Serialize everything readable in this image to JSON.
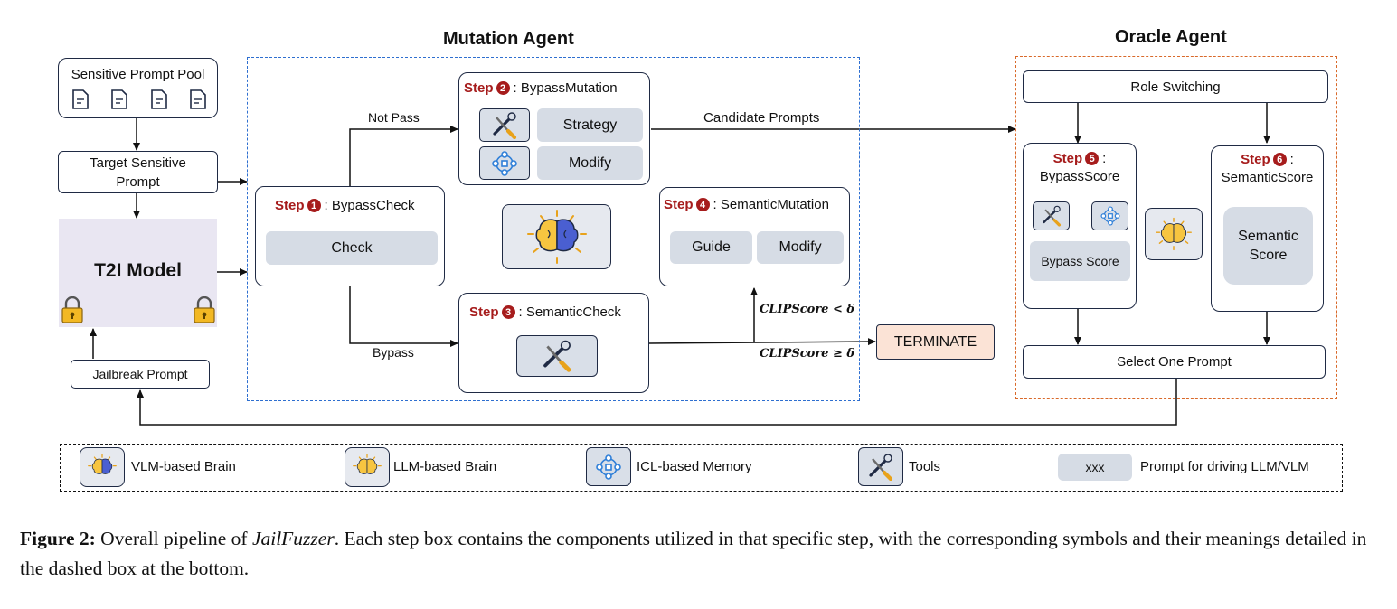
{
  "titles": {
    "mutation_agent": "Mutation Agent",
    "oracle_agent": "Oracle Agent"
  },
  "left": {
    "pool_title": "Sensitive Prompt Pool",
    "target_prompt": "Target Sensitive Prompt",
    "t2i_model": "T2I Model",
    "jailbreak_prompt": "Jailbreak Prompt"
  },
  "edges": {
    "not_pass": "Not Pass",
    "bypass": "Bypass",
    "candidate_prompts": "Candidate Prompts",
    "clip_less": "CLIPScore < δ",
    "clip_geq": "CLIPScore ≥ δ"
  },
  "step_word": "Step",
  "steps": {
    "s1": {
      "num": "1",
      "name": ":  BypassCheck",
      "item": "Check"
    },
    "s2": {
      "num": "2",
      "name": ": BypassMutation",
      "item_a": "Strategy",
      "item_b": "Modify"
    },
    "s3": {
      "num": "3",
      "name": ": SemanticCheck"
    },
    "s4": {
      "num": "4",
      "name": ": SemanticMutation",
      "item_a": "Guide",
      "item_b": "Modify"
    },
    "s5": {
      "num": "5",
      "name": ":",
      "name2": "BypassScore",
      "item": "Bypass Score"
    },
    "s6": {
      "num": "6",
      "name": ":",
      "name2": "SemanticScore",
      "item_line1": "Semantic",
      "item_line2": "Score"
    }
  },
  "terminate": "TERMINATE",
  "oracle": {
    "role_switching": "Role Switching",
    "select_one": "Select One Prompt"
  },
  "legend": {
    "vlm_brain": "VLM-based Brain",
    "llm_brain": "LLM-based Brain",
    "icl_memory": "ICL-based Memory",
    "tools": "Tools",
    "prompt_sample": "xxx",
    "prompt_desc": "Prompt for driving LLM/VLM"
  },
  "caption": {
    "label": "Figure 2:",
    "pre": " Overall pipeline of ",
    "name": "JailFuzzer",
    "post": ". Each step box contains the components utilized in that specific step, with the corresponding symbols and their meanings detailed in the dashed box at the bottom."
  },
  "colors": {
    "step_red": "#a61c1c",
    "mutation_border": "#2e6fd0",
    "oracle_border": "#d9692a",
    "terminate_fill": "#fbe3d6",
    "component_gray": "#d6dce5",
    "t2i_fill": "#e9e6f2"
  }
}
